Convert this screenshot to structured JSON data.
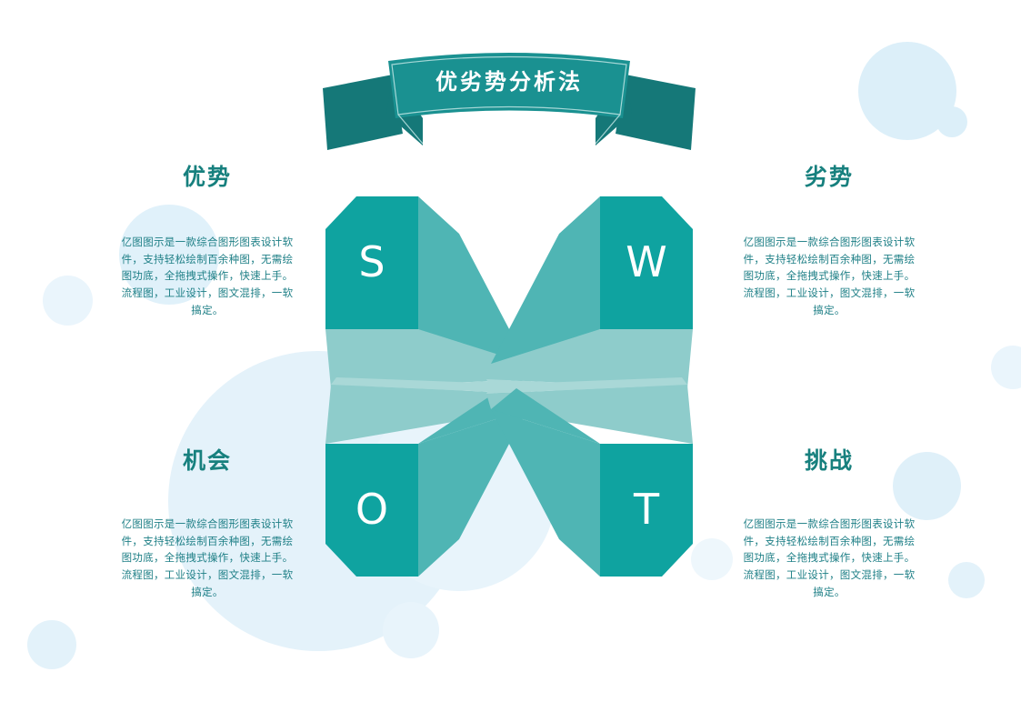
{
  "banner": {
    "title": "优劣势分析法"
  },
  "palette": {
    "teal_main": "#16A3A0",
    "teal_dark": "#157878",
    "teal_mid": "#4FB5B4",
    "teal_light": "#8ECCCB",
    "teal_pale": "#A9D8D7",
    "heading": "#17807E",
    "body_text": "#1E7F86",
    "bubble": "#DCEFF9",
    "bubble_soft": "#E8F4FB",
    "background": "#FFFFFF",
    "letter": "#FFFFFF"
  },
  "quadrants": [
    {
      "key": "strengths",
      "letter": "S",
      "title": "优势",
      "body": "亿图图示是一款综合图形图表设计软件，支持轻松绘制百余种图，无需绘图功底，全拖拽式操作，快速上手。流程图，工业设计，图文混排，一软搞定。"
    },
    {
      "key": "weaknesses",
      "letter": "W",
      "title": "劣势",
      "body": "亿图图示是一款综合图形图表设计软件，支持轻松绘制百余种图，无需绘图功底，全拖拽式操作，快速上手。流程图，工业设计，图文混排，一软搞定。"
    },
    {
      "key": "opportunities",
      "letter": "O",
      "title": "机会",
      "body": "亿图图示是一款综合图形图表设计软件，支持轻松绘制百余种图，无需绘图功底，全拖拽式操作，快速上手。流程图，工业设计，图文混排，一软搞定。"
    },
    {
      "key": "threats",
      "letter": "T",
      "title": "挑战",
      "body": "亿图图示是一款综合图形图表设计软件，支持轻松绘制百余种图，无需绘图功底，全拖拽式操作，快速上手。流程图，工业设计，图文混排，一软搞定。"
    }
  ]
}
